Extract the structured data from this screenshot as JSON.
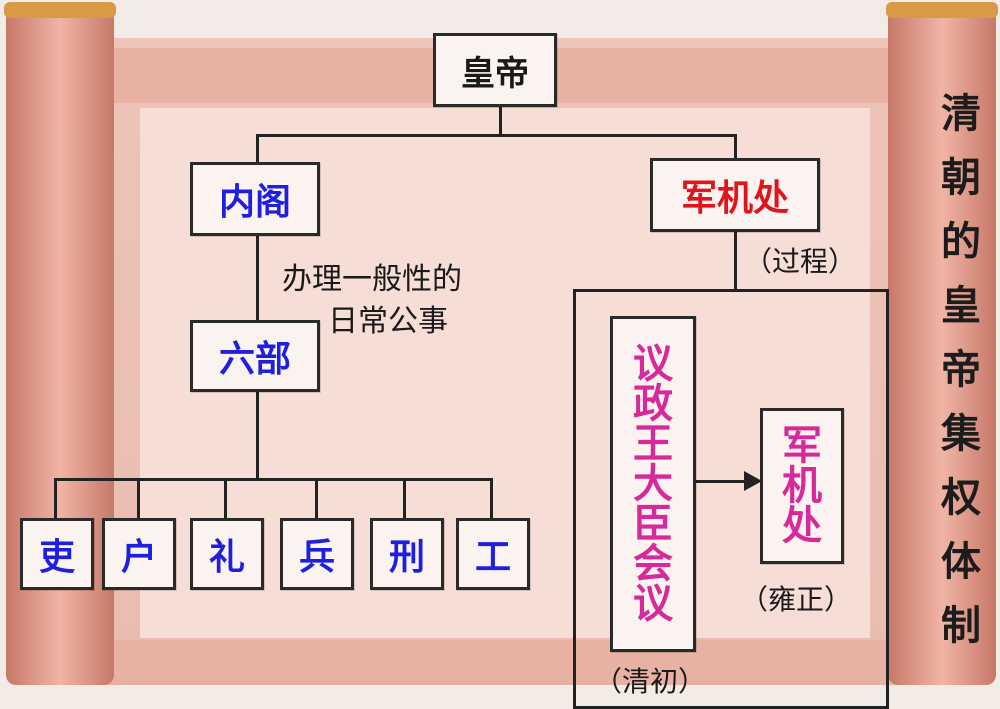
{
  "colors": {
    "scroll_paper": "#efc7bd",
    "scroll_rod": "#d98f7f",
    "panel": "#f6ddd6",
    "blue_text": "#1f1fe0",
    "red_text": "#e0141c",
    "magenta_text": "#d62a9a",
    "black_text": "#1a1a1a"
  },
  "title_vertical": "清朝的皇帝集权体制",
  "nodes": {
    "emperor": "皇帝",
    "neige": "内阁",
    "junjichu_top": "军机处",
    "liubu": "六部",
    "yizheng": "议政王大臣会议",
    "junjichu_inner": "军机处",
    "depts": [
      "吏",
      "户",
      "礼",
      "兵",
      "刑",
      "工"
    ]
  },
  "notes": {
    "neige_duty_line1": "办理一般性的",
    "neige_duty_line2": "日常公事",
    "guocheng": "（过程）",
    "yongzheng": "（雍正）",
    "qingchu": "（清初）"
  }
}
